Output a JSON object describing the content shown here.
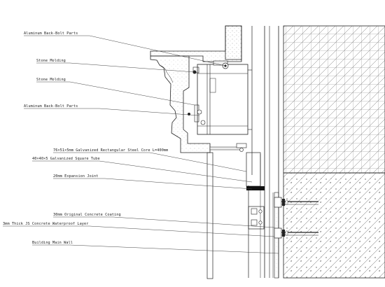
{
  "labels": {
    "aluminum_back_bolt_1": "Aluminum Back-Bolt Parts",
    "stone_molding_1": "Stone Molding",
    "stone_molding_2": "Stone Molding",
    "aluminum_back_bolt_2": "Aluminum Back-Bolt Parts",
    "steel_core": "76×51×5mm Galvanized Rectangular Steel Core L=400mm",
    "square_tube": "40×40×5 Galvanized Square Tube",
    "expansion_joint": "20mm Expansion Joint",
    "concrete_coating": "30mm Original Concrete Coating",
    "waterproof_layer": "3mm Thick JS Concrete Waterproof Layer",
    "main_wall": "Building Main Wall"
  },
  "colors": {
    "line": "#1a1a1a",
    "hatch": "#555555",
    "leader": "#444444"
  }
}
